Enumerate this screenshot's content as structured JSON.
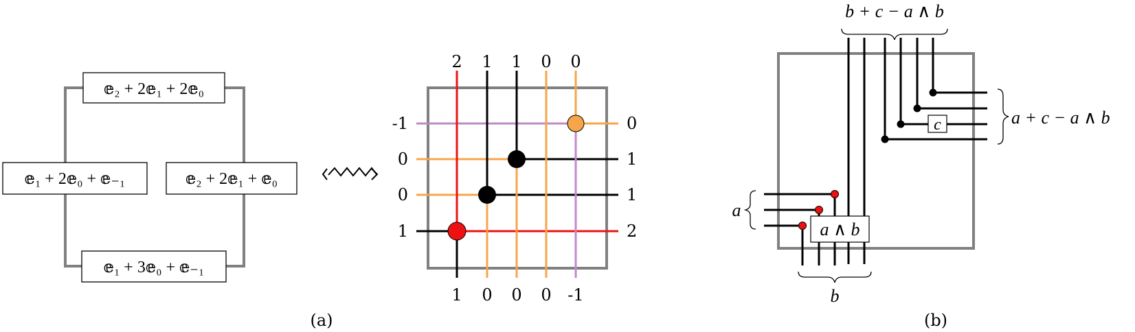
{
  "panel_a": {
    "caption": "(a)",
    "squiggle_symbol": "⇝",
    "cycle_nodes": [
      {
        "id": "top",
        "pre": "𝕖₂ + 2𝕖₁ + 2𝕖₀"
      },
      {
        "id": "left",
        "pre": "𝕖₁ + 2𝕖₀ + 𝕖₋₁"
      },
      {
        "id": "right",
        "pre": "𝕖₂ + 2𝕖₁ + 𝕖₀"
      },
      {
        "id": "bottom",
        "pre": "𝕖₁ + 3𝕖₀ + 𝕖₋₁"
      }
    ],
    "grid": {
      "top_labels": [
        "2",
        "1",
        "1",
        "0",
        "0"
      ],
      "bottom_labels": [
        "1",
        "0",
        "0",
        "0",
        "-1"
      ],
      "left_labels": [
        "-1",
        "0",
        "0",
        "1"
      ],
      "right_labels": [
        "0",
        "1",
        "1",
        "2"
      ]
    },
    "colors": {
      "red": "#ee1111",
      "orange": "#f7a54a",
      "purple": "#c08ac8",
      "black": "#000000",
      "frame": "#808080"
    }
  },
  "panel_b": {
    "caption": "(b)",
    "top_brace_label": "b + c − a ∧ b",
    "right_brace_label": "a + c − a ∧ b",
    "left_brace_label": "a",
    "bottom_brace_label": "b",
    "box_c_label": "c",
    "box_ab_label": "a ∧ b"
  }
}
